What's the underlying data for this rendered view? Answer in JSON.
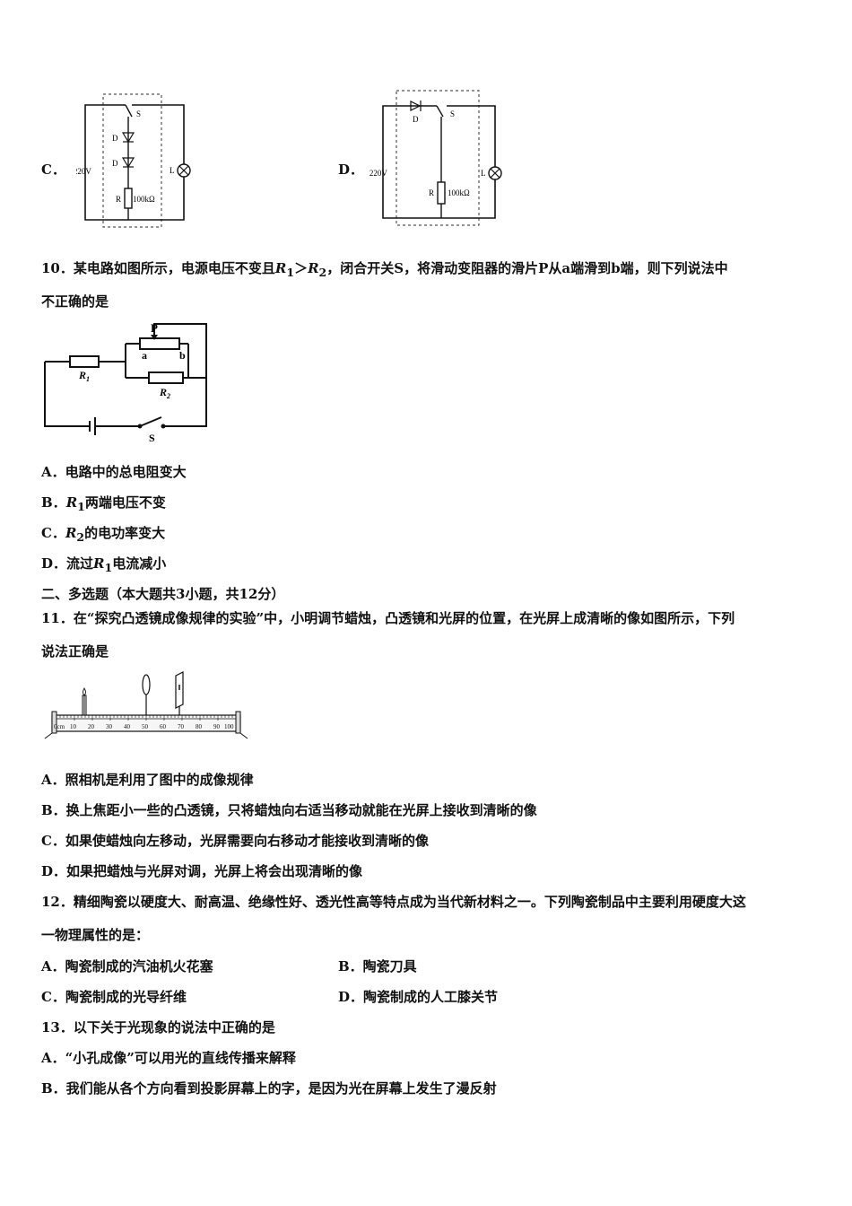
{
  "q9": {
    "option_c": "C．",
    "option_d": "D．",
    "fig_c": {
      "voltage": "~220V",
      "switch": "S",
      "d1": "D",
      "d2": "D",
      "resistor": "R",
      "resistance": "100kΩ",
      "lamp": "L"
    },
    "fig_d": {
      "voltage": "~220V",
      "switch": "S",
      "diode": "D",
      "resistor": "R",
      "resistance": "100kΩ",
      "lamp": "L"
    }
  },
  "q10": {
    "stem_line1_a": "10．某电路如图所示，电源电压不变且",
    "r1": "R",
    "sub1": "1",
    "gt": "＞",
    "r2": "R",
    "sub2": "2",
    "stem_line1_b": "，闭合开关S，将滑动变阻器的滑片P从a端滑到b端，则下列说法中",
    "stem_line2": "不正确的是",
    "figure": {
      "p": "P",
      "a": "a",
      "b": "b",
      "r1": "R",
      "r1_sub": "1",
      "r2": "R",
      "r2_sub": "2",
      "s": "S"
    },
    "opt_a": "A．电路中的总电阻变大",
    "opt_b_prefix": "B．",
    "opt_b_r": "R",
    "opt_b_sub": "1",
    "opt_b_rest": "两端电压不变",
    "opt_c_prefix": "C．",
    "opt_c_r": "R",
    "opt_c_sub": "2",
    "opt_c_rest": "的电功率变大",
    "opt_d_prefix": "D．流过",
    "opt_d_r": "R",
    "opt_d_sub": "1",
    "opt_d_rest": "电流减小"
  },
  "section2": "二、多选题（本大题共3小题，共12分）",
  "q11": {
    "stem_line1": "11．在“探究凸透镜成像规律的实验”中，小明调节蜡烛，凸透镜和光屏的位置，在光屏上成清晰的像如图所示，下列",
    "stem_line2": "说法正确是",
    "ruler_labels": [
      "0cm",
      "10",
      "20",
      "30",
      "40",
      "50",
      "60",
      "70",
      "80",
      "90",
      "100"
    ],
    "opt_a": "A．照相机是利用了图中的成像规律",
    "opt_b": "B．换上焦距小一些的凸透镜，只将蜡烛向右适当移动就能在光屏上接收到清晰的像",
    "opt_c": "C．如果使蜡烛向左移动，光屏需要向右移动才能接收到清晰的像",
    "opt_d": "D．如果把蜡烛与光屏对调，光屏上将会出现清晰的像"
  },
  "q12": {
    "stem_line1": "12．精细陶瓷以硬度大、耐高温、绝缘性好、透光性高等特点成为当代新材料之一。下列陶瓷制品中主要利用硬度大这",
    "stem_line2": "一物理属性的是：",
    "opt_a": "A．陶瓷制成的汽油机火花塞",
    "opt_b": "B．陶瓷刀具",
    "opt_c": "C．陶瓷制成的光导纤维",
    "opt_d": "D．陶瓷制成的人工膝关节"
  },
  "q13": {
    "stem": "13．以下关于光现象的说法中正确的是",
    "opt_a": "A．“小孔成像”可以用光的直线传播来解释",
    "opt_b": "B．我们能从各个方向看到投影屏幕上的字，是因为光在屏幕上发生了漫反射"
  }
}
